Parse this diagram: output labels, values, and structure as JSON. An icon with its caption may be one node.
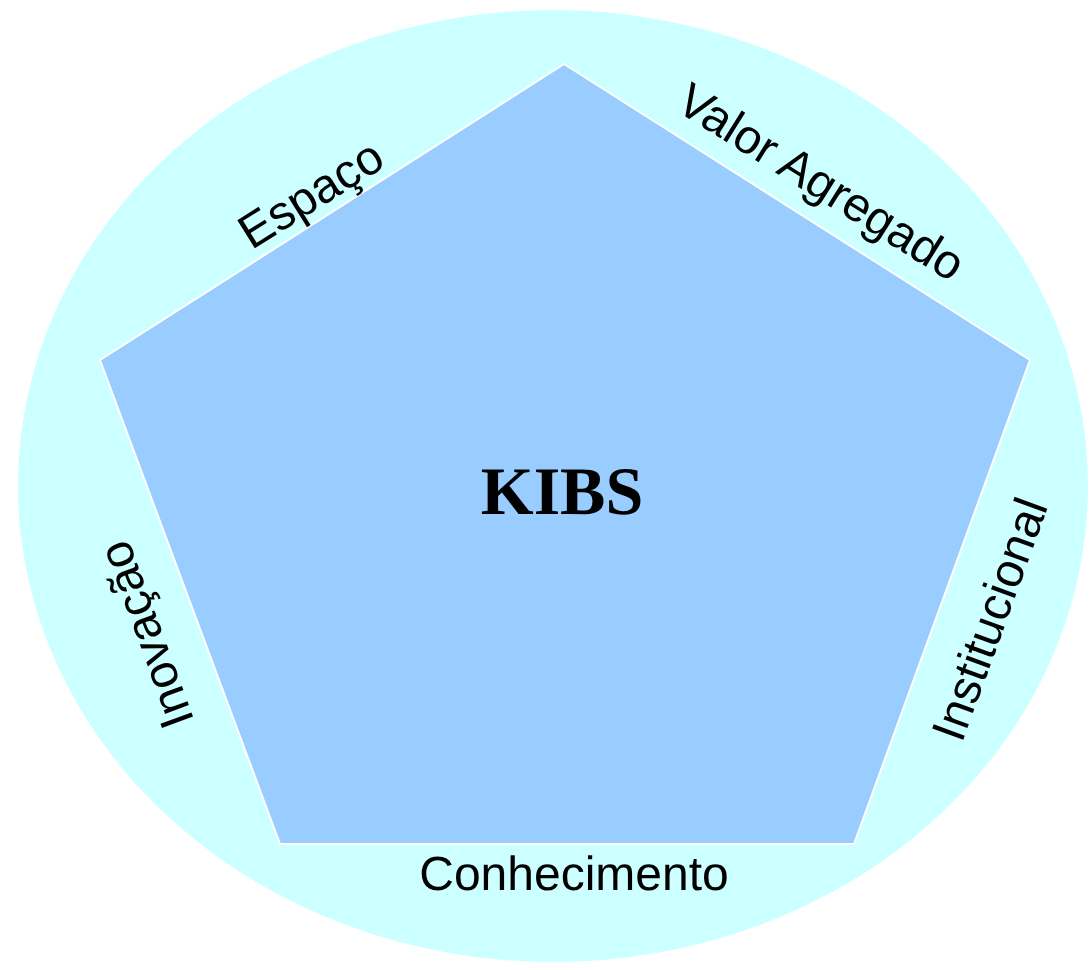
{
  "diagram": {
    "nodes": [
      {
        "text": [],
        "shape": "circle"
      },
      {
        "text": [
          "KIBS"
        ],
        "in": 0
      }
    ],
    "labels": [
      "Espaço",
      "Valor Agregado",
      "Institucional",
      "Conhecimento",
      "Inovação"
    ]
  }
}
